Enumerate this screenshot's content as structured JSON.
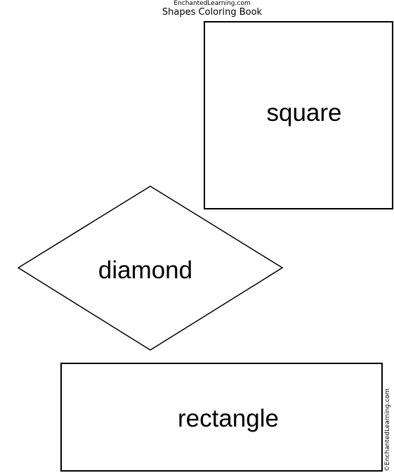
{
  "header": {
    "site_name": "EnchantedLearning.com",
    "title": "Shapes Coloring Book"
  },
  "shapes": {
    "square": {
      "label": "square"
    },
    "diamond": {
      "label": "diamond"
    },
    "rectangle": {
      "label": "rectangle"
    }
  },
  "footer": {
    "copyright": "©EnchantedLearning.com"
  }
}
